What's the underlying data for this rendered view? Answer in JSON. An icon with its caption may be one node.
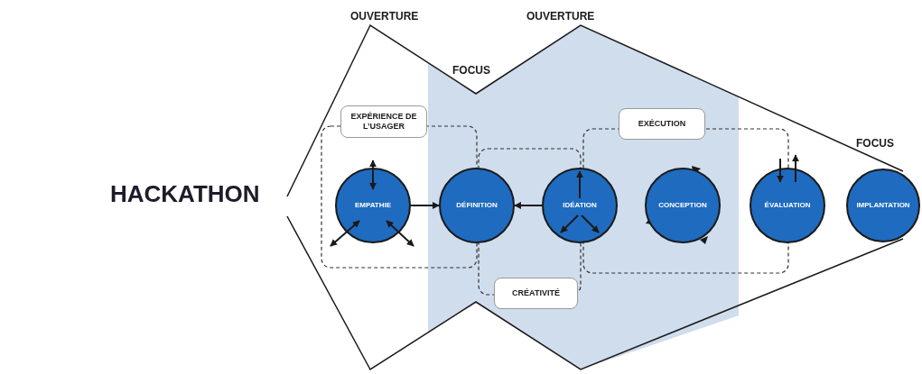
{
  "diagram": {
    "title": "HACKATHON",
    "nodes": [
      {
        "text": [
          "EMPATHIE"
        ]
      },
      {
        "text": [
          "DÉFINITION"
        ]
      },
      {
        "text": [
          "IDÉATION"
        ]
      },
      {
        "text": [
          "CONCEPTION"
        ]
      },
      {
        "text": [
          "ÉVALUATION"
        ]
      },
      {
        "text": [
          "IMPLANTATION"
        ]
      },
      {
        "text": [
          "EXPÉRIENCE DE L’USAGER"
        ]
      },
      {
        "text": [
          "EXÉCUTION"
        ]
      },
      {
        "text": [
          "CRÉATIVITÉ"
        ]
      }
    ],
    "edges": [
      {
        "from": 0,
        "to": 1,
        "arrow": "to"
      },
      {
        "from": 2,
        "to": 1,
        "arrow": "to"
      }
    ],
    "labels": [
      "OUVERTURE",
      "OUVERTURE",
      "FOCUS",
      "FOCUS"
    ]
  }
}
